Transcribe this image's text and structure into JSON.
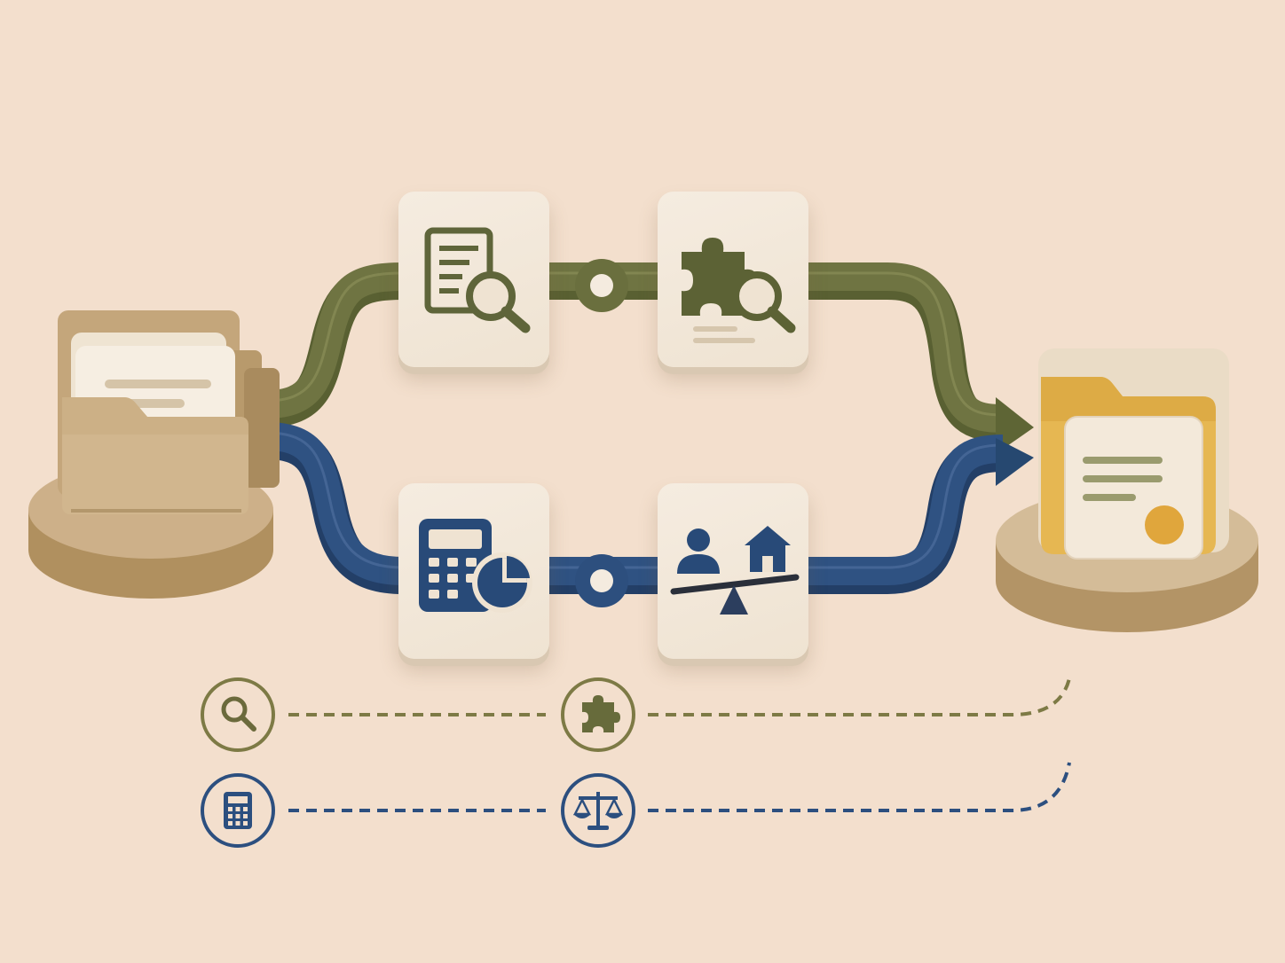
{
  "colors": {
    "background": "#f3dfcd",
    "olive": "#6b7040",
    "olive_light": "#8a8d55",
    "navy": "#2c4f7f",
    "navy_light": "#4a6a98",
    "tan": "#c9ad82",
    "tan_dark": "#b39466",
    "card": "#f4ebdf",
    "gold": "#e3b24f"
  },
  "diagram": {
    "source": {
      "icon": "folder-with-documents-icon"
    },
    "destination": {
      "icon": "gold-folder-with-certificate-icon"
    },
    "paths": [
      {
        "id": "olive-path",
        "color": "olive",
        "steps": [
          {
            "icon": "document-search-icon"
          },
          {
            "icon": "puzzle-search-icon"
          }
        ]
      },
      {
        "id": "navy-path",
        "color": "navy",
        "steps": [
          {
            "icon": "calculator-chart-icon"
          },
          {
            "icon": "person-house-balance-icon"
          }
        ]
      }
    ]
  },
  "legend": [
    {
      "icons": [
        "magnifier-icon",
        "puzzle-piece-icon"
      ],
      "color": "olive"
    },
    {
      "icons": [
        "calculator-icon",
        "scales-of-justice-icon"
      ],
      "color": "navy"
    }
  ]
}
